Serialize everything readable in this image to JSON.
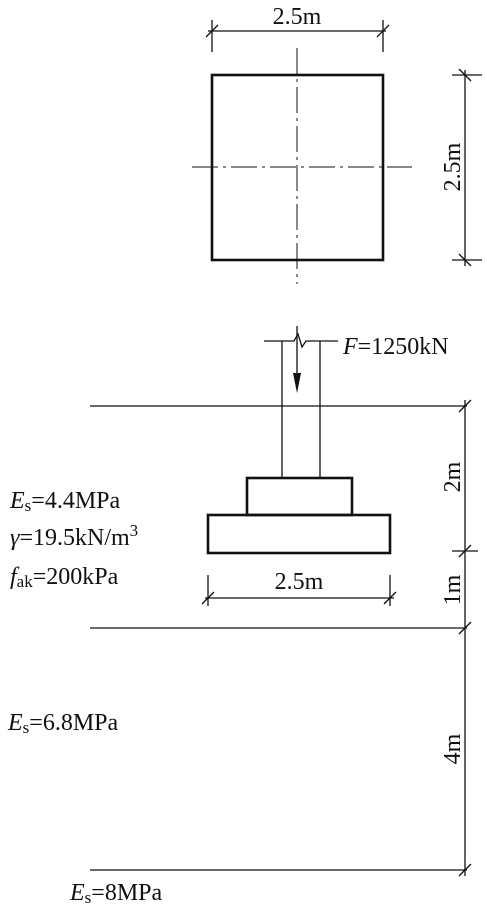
{
  "plan_view": {
    "width_label": "2.5m",
    "depth_label": "2.5m"
  },
  "load": {
    "symbol": "F",
    "value": "=1250kN"
  },
  "footing": {
    "width_label": "2.5m"
  },
  "depth_dims": {
    "embed": "2m",
    "layer1_below": "1m",
    "layer2": "4m"
  },
  "layer1": {
    "es_symbol": "E",
    "es_sub": "s",
    "es_value": "=4.4MPa",
    "gamma_symbol": "γ",
    "gamma_value": "=19.5kN/m",
    "gamma_sup": "3",
    "fak_symbol": "f",
    "fak_sub": "ak",
    "fak_value": "=200kPa"
  },
  "layer2": {
    "es_symbol": "E",
    "es_sub": "s",
    "es_value": "=6.8MPa"
  },
  "layer3": {
    "es_symbol": "E",
    "es_sub": "s",
    "es_value": "=8MPa"
  },
  "colors": {
    "line": "#111111",
    "background": "#ffffff"
  }
}
